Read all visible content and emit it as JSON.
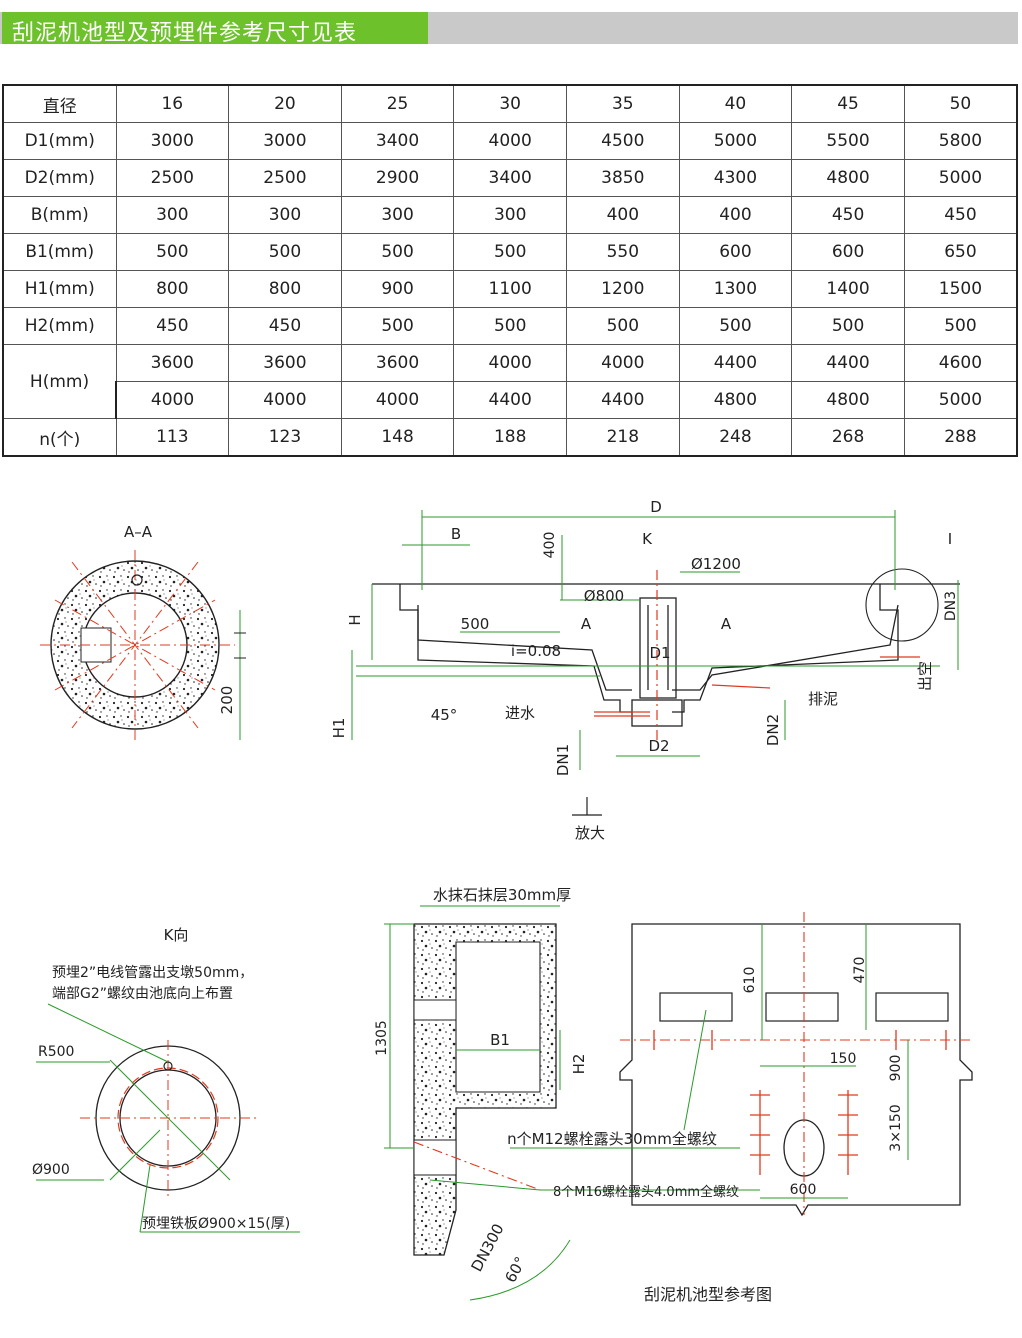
{
  "title": "刮泥机池型及预埋件参考尺寸见表",
  "table": {
    "header_label": "直径",
    "diameters": [
      "16",
      "20",
      "25",
      "30",
      "35",
      "40",
      "45",
      "50"
    ],
    "rows": [
      {
        "label": "D1(mm)",
        "values": [
          "3000",
          "3000",
          "3400",
          "4000",
          "4500",
          "5000",
          "5500",
          "5800"
        ]
      },
      {
        "label": "D2(mm)",
        "values": [
          "2500",
          "2500",
          "2900",
          "3400",
          "3850",
          "4300",
          "4800",
          "5000"
        ]
      },
      {
        "label": "B(mm)",
        "values": [
          "300",
          "300",
          "300",
          "300",
          "400",
          "400",
          "450",
          "450"
        ]
      },
      {
        "label": "B1(mm)",
        "values": [
          "500",
          "500",
          "500",
          "500",
          "550",
          "600",
          "600",
          "650"
        ]
      },
      {
        "label": "H1(mm)",
        "values": [
          "800",
          "800",
          "900",
          "1100",
          "1200",
          "1300",
          "1400",
          "1500"
        ]
      },
      {
        "label": "H2(mm)",
        "values": [
          "450",
          "450",
          "500",
          "500",
          "500",
          "500",
          "500",
          "500"
        ]
      }
    ],
    "h_row": {
      "label": "H(mm)",
      "values_a": [
        "3600",
        "3600",
        "3600",
        "4000",
        "4000",
        "4400",
        "4400",
        "4600"
      ],
      "values_b": [
        "4000",
        "4000",
        "4000",
        "4400",
        "4400",
        "4800",
        "4800",
        "5000"
      ]
    },
    "n_row": {
      "label": "n(个)",
      "values": [
        "113",
        "123",
        "148",
        "188",
        "218",
        "248",
        "268",
        "288"
      ]
    }
  },
  "drawing": {
    "aa": {
      "title": "A–A",
      "dim": "200"
    },
    "section": {
      "D": "D",
      "B": "B",
      "dim400": "400",
      "K": "K",
      "phi1200": "Ø1200",
      "phi800": "Ø800",
      "H": "H",
      "dim500": "500",
      "A": "A",
      "slope": "i=0.08",
      "D1": "D1",
      "angle45": "45°",
      "inlet": "进水",
      "H1": "H1",
      "DN1": "DN1",
      "D2": "D2",
      "DN2": "DN2",
      "sludge": "排泥",
      "drain": "出空",
      "DN3": "DN3",
      "I": "I",
      "enlarge": "放大"
    },
    "k": {
      "title": "K向",
      "note1": "预埋2”电线管露出支墩50mm，",
      "note2": "端部G2”螺纹由池底向上布置",
      "r500": "R500",
      "phi900": "Ø900",
      "plate": "预埋铁板Ø900×15(厚)"
    },
    "detail": {
      "plaster": "水抹石抹层30mm厚",
      "d1305": "1305",
      "B1": "B1",
      "H2": "H2",
      "DN300": "DN300",
      "angle60": "60°"
    },
    "bolts": {
      "d610": "610",
      "d470": "470",
      "d150": "150",
      "d900": "900",
      "d3x150": "3×150",
      "m12": "n个M12螺栓露头30mm全螺纹",
      "m16": "8个M16螺栓露头4.0mm全螺纹",
      "d600": "600"
    },
    "caption": "刮泥机池型参考图"
  },
  "colors": {
    "accent_green": "#6dc12b",
    "title_gray": "#c9c9c9",
    "centerline_red": "#e03a1e"
  }
}
